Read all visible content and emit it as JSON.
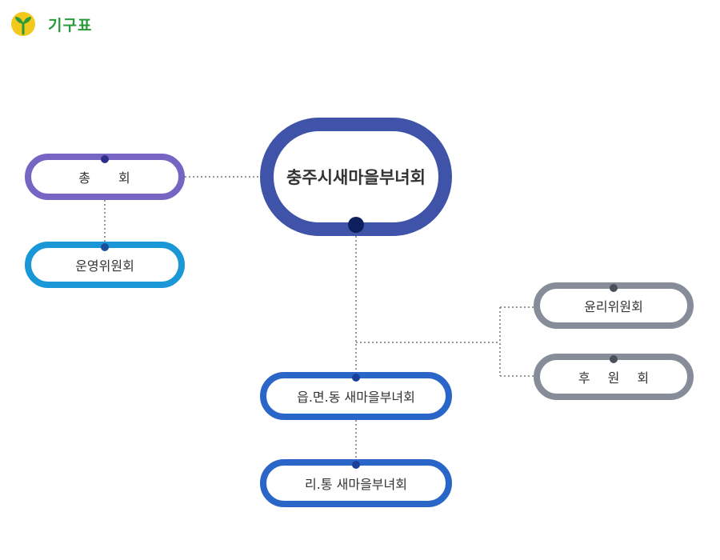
{
  "header": {
    "title": "기구표"
  },
  "colors": {
    "title": "#2a9a3a",
    "central": "#3f53a9",
    "general_assembly": "#7665c2",
    "steering_committee": "#1997d6",
    "advisory": "#868c98",
    "branch": "#2a66c7",
    "connector": "#777777"
  },
  "org_chart": {
    "central": "충주시새마을부녀회",
    "general_assembly": [
      "총",
      "회"
    ],
    "steering_committee": "운영위원회",
    "ethics_committee": "윤리위원회",
    "supporters": [
      "후",
      "원",
      "회"
    ],
    "town_branch": "읍.면.동 새마을부녀회",
    "village_branch": "리.통 새마을부녀회"
  }
}
